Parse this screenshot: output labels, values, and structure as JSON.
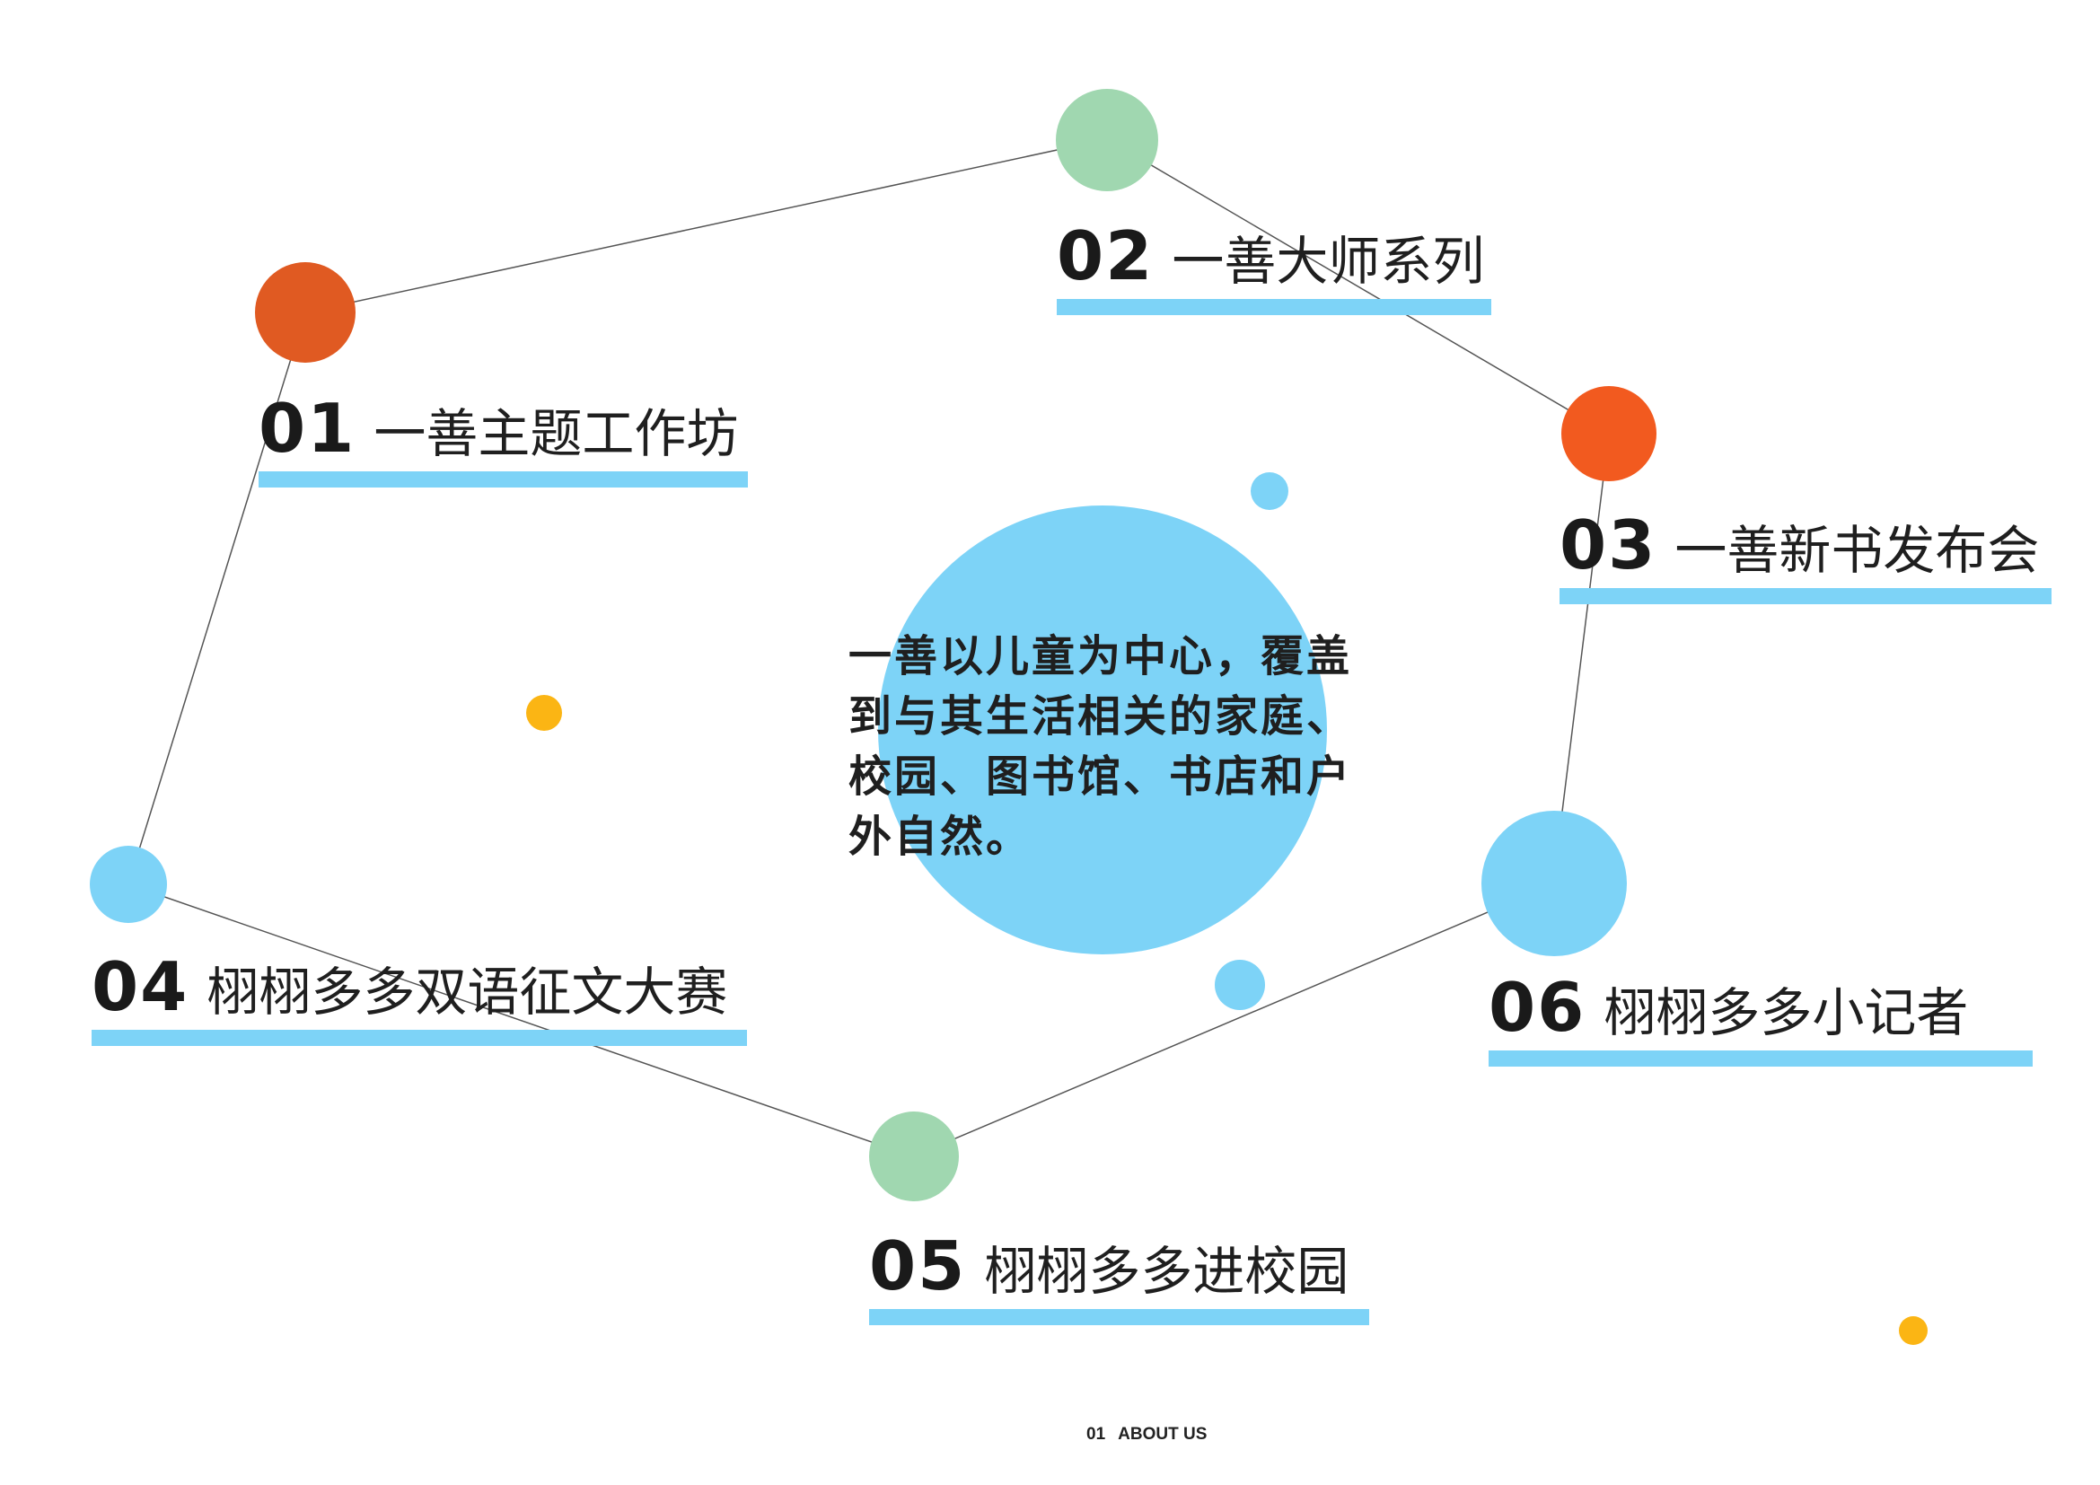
{
  "center_text": "一善以儿童为中心，覆盖到与其生活相关的家庭、校园、图书馆、书店和户外自然。",
  "items": [
    {
      "num": "01",
      "title": "一善主题工作坊"
    },
    {
      "num": "02",
      "title": "一善大师系列"
    },
    {
      "num": "03",
      "title": "一善新书发布会"
    },
    {
      "num": "04",
      "title": "栩栩多多双语征文大赛"
    },
    {
      "num": "05",
      "title": "栩栩多多进校园"
    },
    {
      "num": "06",
      "title": "栩栩多多小记者"
    }
  ],
  "footer": {
    "page": "01",
    "section": "ABOUT US"
  },
  "colors": {
    "accent_blue": "#7dd3f7",
    "green": "#a0d7b0",
    "red_orange": "#e05a22",
    "orange": "#f25a1f",
    "yellow": "#fbb514",
    "line": "#555555"
  }
}
